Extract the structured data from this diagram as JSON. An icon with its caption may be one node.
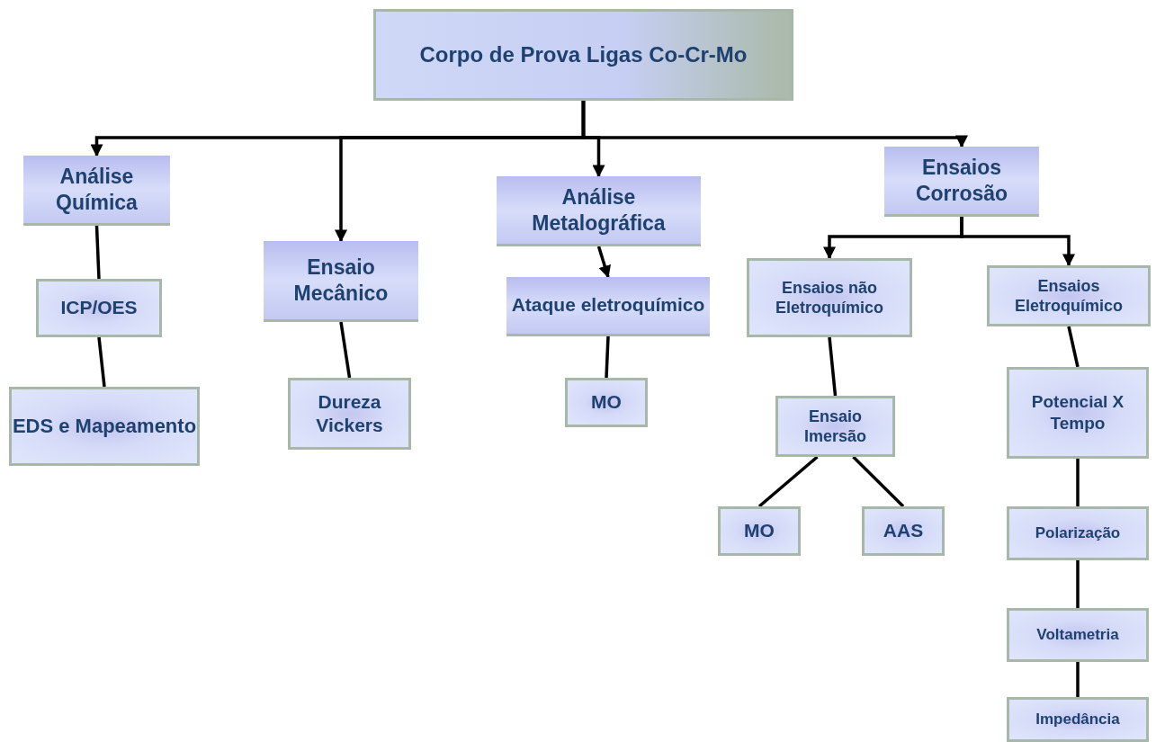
{
  "diagram": {
    "nodes": [
      {
        "text": [
          "Corpo de Prova Ligas Co-Cr-Mo"
        ]
      },
      {
        "text": [
          "Análise Química"
        ]
      },
      {
        "text": [
          "ICP/OES"
        ]
      },
      {
        "text": [
          "EDS e Mapeamento"
        ]
      },
      {
        "text": [
          "Ensaio Mecânico"
        ]
      },
      {
        "text": [
          "Dureza Vickers"
        ]
      },
      {
        "text": [
          "Análise Metalográfica"
        ]
      },
      {
        "text": [
          "Ataque eletroquímico"
        ]
      },
      {
        "text": [
          "MO"
        ]
      },
      {
        "text": [
          "Ensaios Corrosão"
        ]
      },
      {
        "text": [
          "Ensaios não Eletroquímico"
        ]
      },
      {
        "text": [
          "Ensaios Eletroquímico"
        ]
      },
      {
        "text": [
          "Ensaio Imersão"
        ]
      },
      {
        "text": [
          "MO"
        ]
      },
      {
        "text": [
          "AAS"
        ]
      },
      {
        "text": [
          "Potencial X Tempo"
        ]
      },
      {
        "text": [
          "Polarização"
        ]
      },
      {
        "text": [
          "Voltametria"
        ]
      },
      {
        "text": [
          "Impedância"
        ]
      }
    ],
    "edges": [
      {
        "from": 0,
        "to": 1,
        "arrow": "to"
      },
      {
        "from": 0,
        "to": 4,
        "arrow": "to"
      },
      {
        "from": 0,
        "to": 6,
        "arrow": "to"
      },
      {
        "from": 0,
        "to": 9,
        "arrow": "to"
      },
      {
        "from": 1,
        "to": 2,
        "arrow": "none"
      },
      {
        "from": 2,
        "to": 3,
        "arrow": "none"
      },
      {
        "from": 4,
        "to": 5,
        "arrow": "none"
      },
      {
        "from": 6,
        "to": 7,
        "arrow": "to"
      },
      {
        "from": 7,
        "to": 8,
        "arrow": "none"
      },
      {
        "from": 9,
        "to": 10,
        "arrow": "to"
      },
      {
        "from": 9,
        "to": 11,
        "arrow": "to"
      },
      {
        "from": 10,
        "to": 12,
        "arrow": "none"
      },
      {
        "from": 12,
        "to": 13,
        "arrow": "none"
      },
      {
        "from": 12,
        "to": 14,
        "arrow": "none"
      },
      {
        "from": 11,
        "to": 15,
        "arrow": "none"
      },
      {
        "from": 15,
        "to": 16,
        "arrow": "none"
      },
      {
        "from": 16,
        "to": 17,
        "arrow": "none"
      },
      {
        "from": 17,
        "to": 18,
        "arrow": "none"
      }
    ]
  }
}
